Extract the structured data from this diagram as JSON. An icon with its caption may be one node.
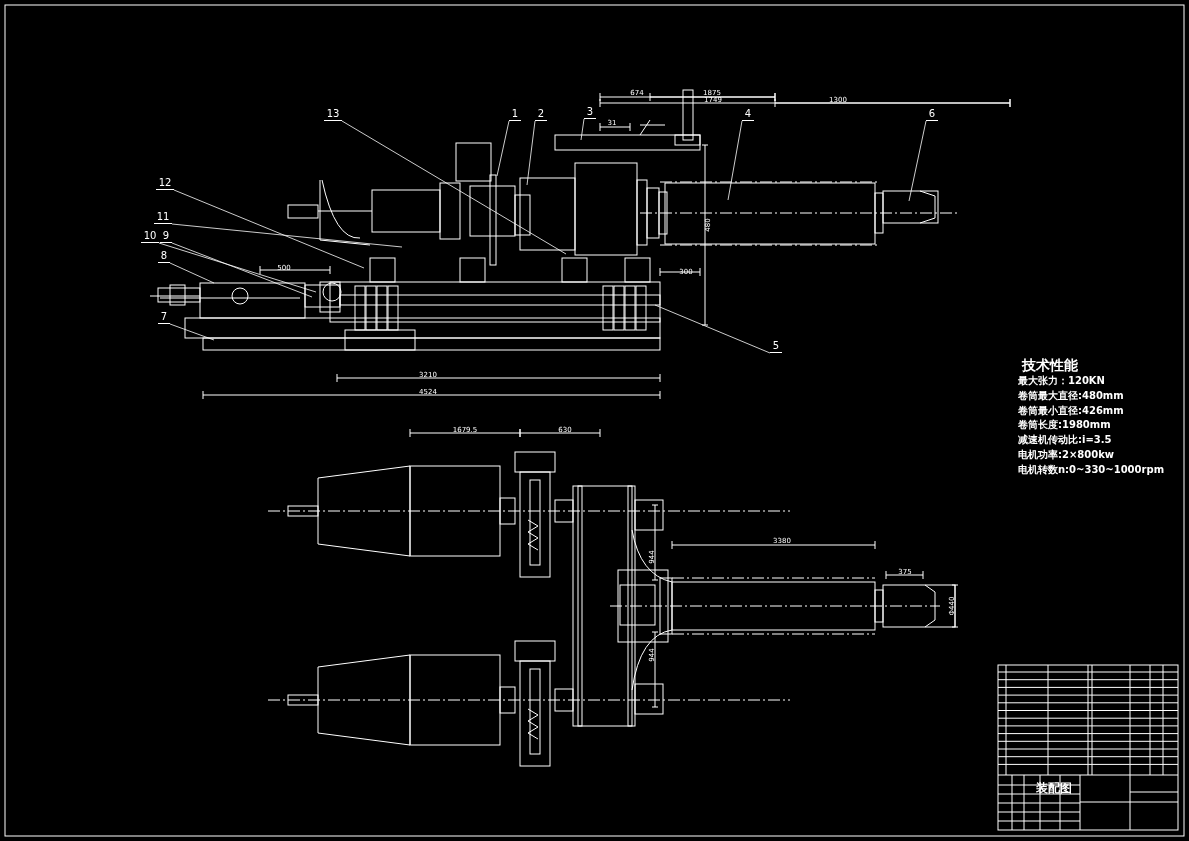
{
  "diagram": {
    "nodes": [
      {
        "text": [
          "13"
        ]
      },
      {
        "text": [
          "1"
        ]
      },
      {
        "text": [
          "2"
        ]
      },
      {
        "text": [
          "3"
        ]
      },
      {
        "text": [
          "4"
        ]
      },
      {
        "text": [
          "6"
        ]
      },
      {
        "text": [
          "12"
        ]
      },
      {
        "text": [
          "11"
        ]
      },
      {
        "text": [
          "10"
        ]
      },
      {
        "text": [
          "9"
        ]
      },
      {
        "text": [
          "8"
        ]
      },
      {
        "text": [
          "7"
        ]
      },
      {
        "text": [
          "5"
        ]
      }
    ],
    "edges": [
      {
        "from": 0,
        "to": null,
        "arrow": "none"
      },
      {
        "from": 1,
        "to": null,
        "arrow": "none"
      },
      {
        "from": 2,
        "to": null,
        "arrow": "none"
      },
      {
        "from": 3,
        "to": null,
        "arrow": "none"
      },
      {
        "from": 4,
        "to": null,
        "arrow": "none"
      },
      {
        "from": 5,
        "to": null,
        "arrow": "none"
      },
      {
        "from": 6,
        "to": null,
        "arrow": "none"
      },
      {
        "from": 7,
        "to": null,
        "arrow": "none"
      },
      {
        "from": 8,
        "to": null,
        "arrow": "none"
      },
      {
        "from": 9,
        "to": null,
        "arrow": "none"
      },
      {
        "from": 10,
        "to": null,
        "arrow": "none"
      },
      {
        "from": 11,
        "to": null,
        "arrow": "none"
      },
      {
        "from": 12,
        "to": null,
        "arrow": "none"
      }
    ],
    "labels": [
      "674",
      "1875",
      "31",
      "1749",
      "1300",
      "500",
      "300",
      "480",
      "3210",
      "4524",
      "技术性能",
      "最大张力：120KN",
      "卷筒最大直径:480mm",
      "卷筒最小直径:426mm",
      "卷筒长度:1980mm",
      "减速机传动比:i=3.5",
      "电机功率:2×800kw",
      "电机转数n:0~330~1000rpm",
      "1679.5",
      "630",
      "944",
      "3380",
      "375",
      "Φ440",
      "944",
      "装配图"
    ]
  }
}
